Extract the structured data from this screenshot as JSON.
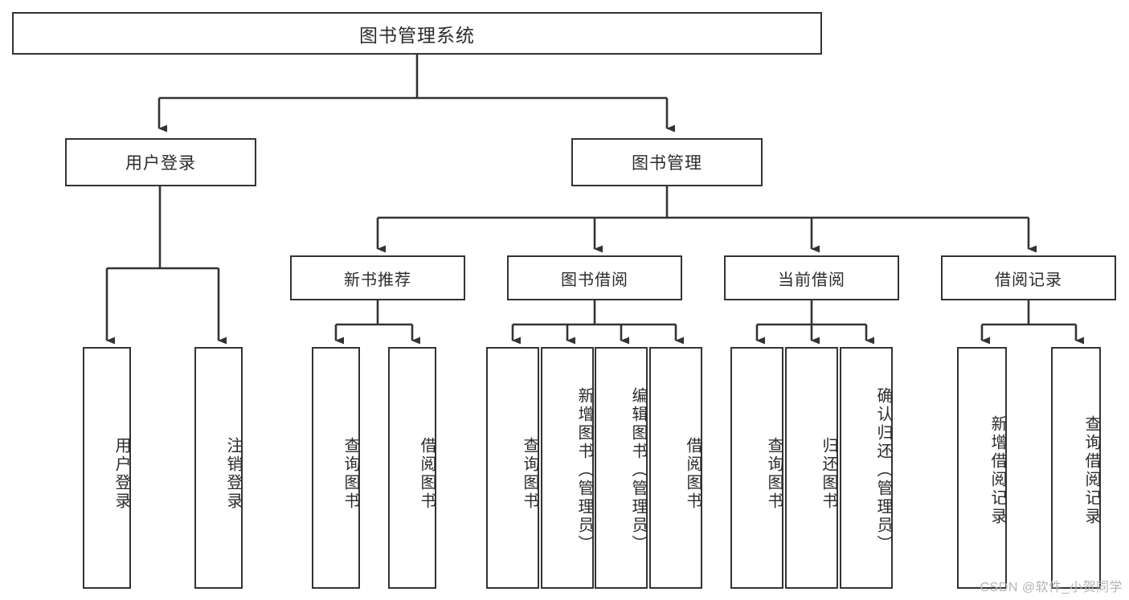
{
  "diagram": {
    "title": "图书管理系统",
    "type": "functional-structure-tree",
    "root": {
      "label": "图书管理系统"
    },
    "level2": [
      {
        "label": "用户登录"
      },
      {
        "label": "图书管理"
      }
    ],
    "level3": [
      {
        "label": "新书推荐"
      },
      {
        "label": "图书借阅"
      },
      {
        "label": "当前借阅"
      },
      {
        "label": "借阅记录"
      }
    ],
    "leaves": {
      "user_login": [
        {
          "label": "用户登录"
        },
        {
          "label": "注销登录"
        }
      ],
      "new_book_recommend": [
        {
          "label": "查询图书"
        },
        {
          "label": "借阅图书"
        }
      ],
      "book_borrow": [
        {
          "label": "查询图书"
        },
        {
          "label": "新增图书（管理员）"
        },
        {
          "label": "编辑图书（管理员）"
        },
        {
          "label": "借阅图书"
        }
      ],
      "current_borrow": [
        {
          "label": "查询图书"
        },
        {
          "label": "归还图书"
        },
        {
          "label": "确认归还（管理员）"
        }
      ],
      "borrow_record": [
        {
          "label": "新增借阅记录"
        },
        {
          "label": "查询借阅记录"
        }
      ]
    }
  },
  "watermark": {
    "text": "CSDN @软件_小贺同学"
  },
  "colors": {
    "stroke": "#333333",
    "text": "#2b2b2b",
    "background": "#ffffff",
    "watermark": "#b4b4b4"
  }
}
